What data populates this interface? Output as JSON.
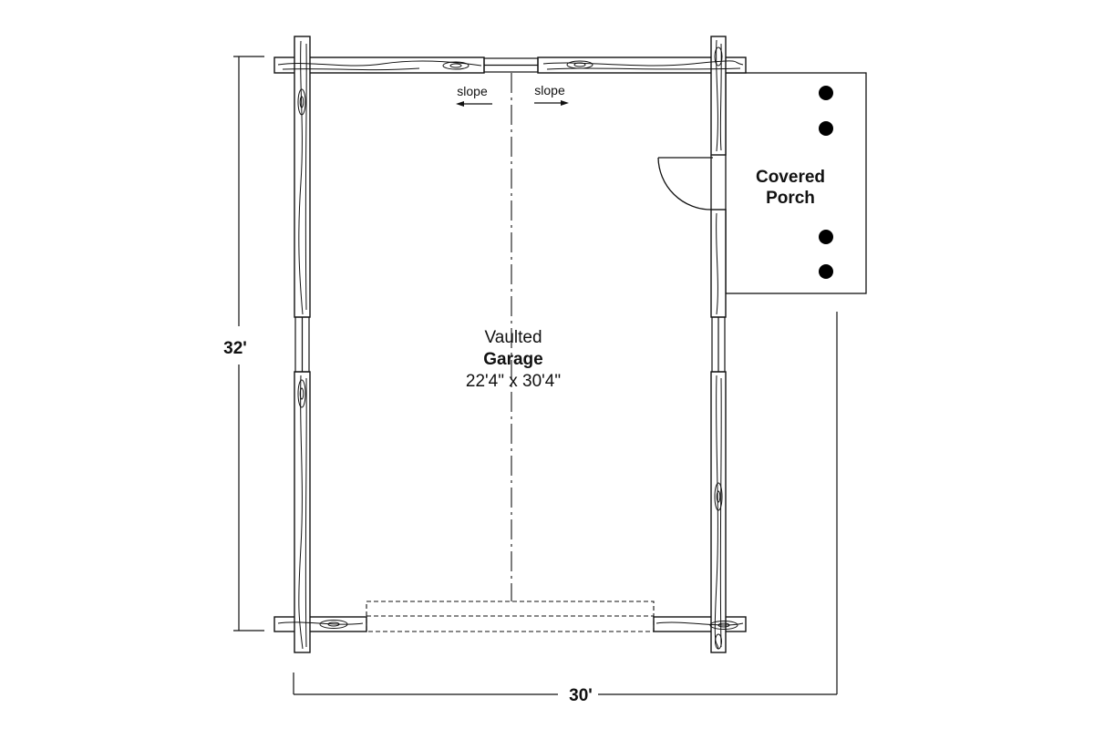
{
  "plan": {
    "garage": {
      "line1": "Vaulted",
      "line2": "Garage",
      "dimensions": "22'4\" x 30'4\""
    },
    "porch": {
      "line1": "Covered",
      "line2": "Porch"
    },
    "slope_left": "slope",
    "slope_right": "slope",
    "dim_height": "32'",
    "dim_width": "30'"
  },
  "colors": {
    "line": "#111111",
    "background": "#ffffff"
  }
}
